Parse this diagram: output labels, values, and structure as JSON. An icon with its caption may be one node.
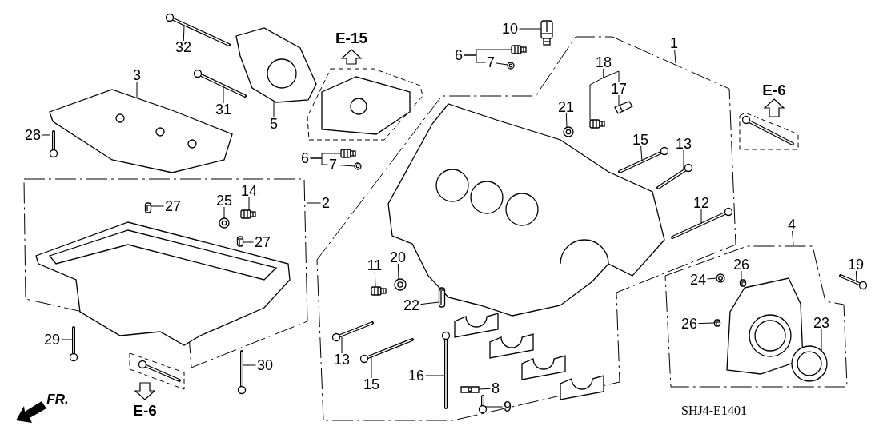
{
  "diagram": {
    "nodes": [
      {
        "text": [
          "10"
        ]
      },
      {
        "text": [
          "1"
        ]
      },
      {
        "text": [
          "32"
        ]
      },
      {
        "text": [
          "6"
        ]
      },
      {
        "text": [
          "18"
        ]
      },
      {
        "text": [
          "7"
        ]
      },
      {
        "text": [
          "3"
        ]
      },
      {
        "text": [
          "17"
        ]
      },
      {
        "text": [
          "21"
        ]
      },
      {
        "text": [
          "31"
        ]
      },
      {
        "text": [
          "5"
        ]
      },
      {
        "text": [
          "28"
        ]
      },
      {
        "text": [
          "15"
        ]
      },
      {
        "text": [
          "13"
        ]
      },
      {
        "text": [
          "6"
        ]
      },
      {
        "text": [
          "7"
        ]
      },
      {
        "text": [
          "14"
        ]
      },
      {
        "text": [
          "25"
        ]
      },
      {
        "text": [
          "2"
        ]
      },
      {
        "text": [
          "12"
        ]
      },
      {
        "text": [
          "27"
        ]
      },
      {
        "text": [
          "4"
        ]
      },
      {
        "text": [
          "27"
        ]
      },
      {
        "text": [
          "20"
        ]
      },
      {
        "text": [
          "26"
        ]
      },
      {
        "text": [
          "19"
        ]
      },
      {
        "text": [
          "11"
        ]
      },
      {
        "text": [
          "24"
        ]
      },
      {
        "text": [
          "22"
        ]
      },
      {
        "text": [
          "23"
        ]
      },
      {
        "text": [
          "26"
        ]
      },
      {
        "text": [
          "29"
        ]
      },
      {
        "text": [
          "13"
        ]
      },
      {
        "text": [
          "30"
        ]
      },
      {
        "text": [
          "16"
        ]
      },
      {
        "text": [
          "15"
        ]
      },
      {
        "text": [
          "8"
        ]
      },
      {
        "text": [
          "9"
        ]
      },
      {
        "text": [],
        "shape": "picture"
      },
      {
        "text": [],
        "shape": "picture"
      },
      {
        "text": [],
        "shape": "picture"
      },
      {
        "text": [],
        "shape": "picture"
      },
      {
        "text": [],
        "shape": "picture"
      },
      {
        "text": [],
        "shape": "picture"
      },
      {
        "text": [],
        "shape": "picture"
      },
      {
        "text": [],
        "shape": "picture"
      },
      {
        "text": [],
        "shape": "picture"
      },
      {
        "text": [],
        "shape": "picture"
      },
      {
        "text": [],
        "shape": "picture"
      },
      {
        "text": [],
        "shape": "picture"
      },
      {
        "text": [],
        "shape": "picture"
      },
      {
        "text": [],
        "shape": "picture"
      },
      {
        "text": [],
        "shape": "picture"
      },
      {
        "text": [],
        "shape": "picture"
      },
      {
        "text": [],
        "shape": "picture"
      },
      {
        "text": [],
        "shape": "picture"
      },
      {
        "text": [],
        "shape": "picture"
      },
      {
        "text": [],
        "shape": "picture"
      },
      {
        "text": [],
        "shape": "picture"
      },
      {
        "text": [],
        "shape": "picture"
      },
      {
        "text": [],
        "shape": "picture"
      },
      {
        "text": [],
        "shape": "picture"
      },
      {
        "text": [],
        "shape": "picture"
      },
      {
        "text": [],
        "shape": "picture"
      },
      {
        "text": [],
        "shape": "picture"
      },
      {
        "text": [],
        "shape": "picture"
      },
      {
        "text": [],
        "shape": "picture"
      },
      {
        "text": [],
        "shape": "picture"
      },
      {
        "text": [],
        "shape": "picture"
      },
      {
        "text": [],
        "shape": "picture"
      },
      {
        "text": [],
        "shape": "picture"
      },
      {
        "text": [],
        "shape": "picture"
      },
      {
        "text": [],
        "shape": "picture"
      }
    ],
    "edges": [
      {
        "from": 0,
        "to": 38,
        "arrow": "none"
      },
      {
        "from": 1,
        "to": null,
        "arrow": "none"
      },
      {
        "from": 2,
        "to": 39,
        "arrow": "none"
      },
      {
        "from": 3,
        "to": 40,
        "arrow": "none"
      },
      {
        "from": 4,
        "to": 41,
        "arrow": "none"
      },
      {
        "from": 5,
        "to": 42,
        "arrow": "none"
      },
      {
        "from": 6,
        "to": 43,
        "arrow": "none"
      },
      {
        "from": 7,
        "to": 44,
        "arrow": "none"
      },
      {
        "from": 8,
        "to": 45,
        "arrow": "none"
      },
      {
        "from": 9,
        "to": 46,
        "arrow": "none"
      },
      {
        "from": 10,
        "to": 47,
        "arrow": "none"
      },
      {
        "from": 11,
        "to": 48,
        "arrow": "none"
      },
      {
        "from": 12,
        "to": 49,
        "arrow": "none"
      },
      {
        "from": 13,
        "to": 50,
        "arrow": "none"
      },
      {
        "from": 14,
        "to": 51,
        "arrow": "none"
      },
      {
        "from": 15,
        "to": 52,
        "arrow": "none"
      },
      {
        "from": 16,
        "to": 53,
        "arrow": "none"
      },
      {
        "from": 17,
        "to": 54,
        "arrow": "none"
      },
      {
        "from": 18,
        "to": null,
        "arrow": "none"
      },
      {
        "from": 19,
        "to": 55,
        "arrow": "none"
      },
      {
        "from": 20,
        "to": 56,
        "arrow": "none"
      },
      {
        "from": 21,
        "to": null,
        "arrow": "none"
      },
      {
        "from": 22,
        "to": 57,
        "arrow": "none"
      },
      {
        "from": 23,
        "to": 58,
        "arrow": "none"
      },
      {
        "from": 24,
        "to": 59,
        "arrow": "none"
      },
      {
        "from": 25,
        "to": 60,
        "arrow": "none"
      },
      {
        "from": 26,
        "to": 61,
        "arrow": "none"
      },
      {
        "from": 27,
        "to": 62,
        "arrow": "none"
      },
      {
        "from": 28,
        "to": 63,
        "arrow": "none"
      },
      {
        "from": 29,
        "to": 64,
        "arrow": "none"
      },
      {
        "from": 30,
        "to": 65,
        "arrow": "none"
      },
      {
        "from": 31,
        "to": 66,
        "arrow": "none"
      },
      {
        "from": 32,
        "to": 67,
        "arrow": "none"
      },
      {
        "from": 33,
        "to": 68,
        "arrow": "none"
      },
      {
        "from": 34,
        "to": 69,
        "arrow": "none"
      },
      {
        "from": 35,
        "to": 70,
        "arrow": "none"
      },
      {
        "from": 36,
        "to": 71,
        "arrow": "none"
      },
      {
        "from": 37,
        "to": 72,
        "arrow": "none"
      },
      {
        "from": 3,
        "to": 5,
        "arrow": "none"
      },
      {
        "from": 4,
        "to": 7,
        "arrow": "none"
      },
      {
        "from": 14,
        "to": 15,
        "arrow": "none"
      }
    ],
    "labels": [
      "E-15",
      "E-6",
      "FR.",
      "E-6",
      "SHJ4-E1401"
    ]
  }
}
